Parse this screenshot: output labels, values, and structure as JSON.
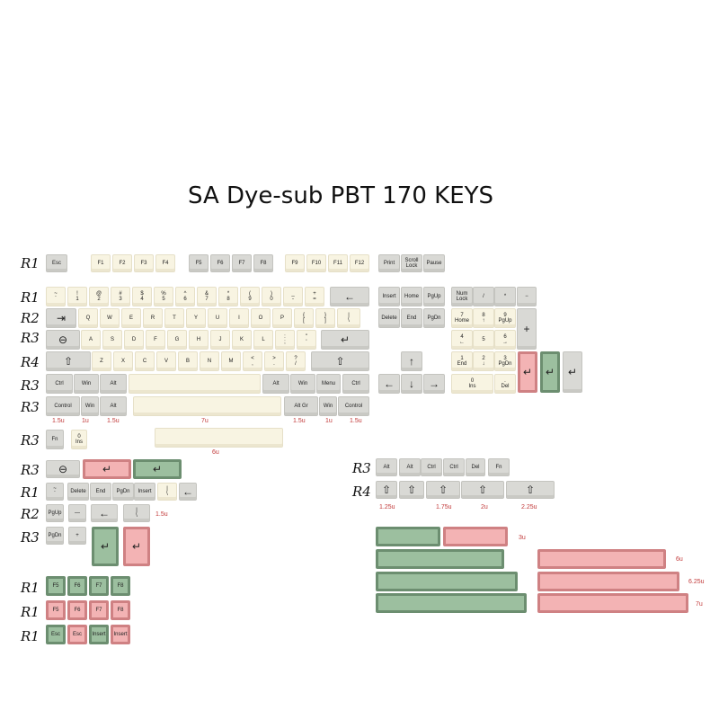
{
  "title": "SA Dye-sub PBT 170 KEYS",
  "colors": {
    "background": "#ffffff",
    "alpha_keys": "#f8f4e2",
    "mod_keys": "#d9d9d5",
    "green_keys": "#9cbf9f",
    "pink_keys": "#f3b3b4",
    "size_text": "#c23a3a"
  },
  "row_labels": [
    "R1",
    "R1",
    "R2",
    "R3",
    "R4",
    "R3",
    "R3",
    "R3",
    "R3",
    "R1",
    "R2",
    "R3",
    "R1",
    "R1",
    "R1",
    "R3",
    "R4"
  ],
  "key_labels": {
    "esc": "Esc",
    "f1": "F1",
    "f2": "F2",
    "f3": "F3",
    "f4": "F4",
    "f5": "F5",
    "f6": "F6",
    "f7": "F7",
    "f8": "F8",
    "f9": "F9",
    "f10": "F10",
    "f11": "F11",
    "f12": "F12",
    "print": "Print",
    "scroll": "Scroll\nLock",
    "pause": "Pause",
    "n_row": [
      "~\n`",
      "!\n1",
      "@\n2",
      "#\n3",
      "$\n4",
      "%\n5",
      "^\n6",
      "&\n7",
      "*\n8",
      "(\n9",
      ")\n0",
      "_\n-",
      "+\n="
    ],
    "backspace": "←",
    "q_row": [
      "Q",
      "W",
      "E",
      "R",
      "T",
      "Y",
      "U",
      "I",
      "O",
      "P",
      "{\n[",
      "}\n]",
      "|\n\\"
    ],
    "a_row": [
      "A",
      "S",
      "D",
      "F",
      "G",
      "H",
      "J",
      "K",
      "L",
      ":\n;",
      "\"\n'"
    ],
    "z_row": [
      "Z",
      "X",
      "C",
      "V",
      "B",
      "N",
      "M",
      "<\n,",
      ">\n.",
      "?\n/"
    ],
    "tab": "⇥",
    "caps": "⊖",
    "enter": "↵",
    "shift": "⇧",
    "ctrl": "Ctrl",
    "win": "Win",
    "alt": "Alt",
    "altgr": "Alt Gr",
    "menu": "Menu",
    "control": "Control",
    "insert": "Insert",
    "home": "Home",
    "pgup": "PgUp",
    "delete": "Delete",
    "end": "End",
    "pgdn": "PgDn",
    "up": "↑",
    "left": "←",
    "down": "↓",
    "right": "→",
    "numlock": "Num\nLock",
    "slash": "/",
    "star": "*",
    "minus": "−",
    "plus": "+",
    "num7": "7\nHome",
    "num8": "8\n↑",
    "num9": "9\nPgUp",
    "num4": "4\n←",
    "num5": "5",
    "num6": "6\n→",
    "num1": "1\nEnd",
    "num2": "2\n↓",
    "num3": "3\nPgDn",
    "num0": "0\nIns",
    "numdot": ".\nDel",
    "fn": "Fn",
    "zero_ins": "0\nIns",
    "del": "Del",
    "dash": "—",
    "tilde": "~\n`"
  },
  "sizes": [
    "1.5u",
    "1u",
    "1.5u",
    "7u",
    "1.5u",
    "1u",
    "1.5u",
    "6u",
    "1.5u",
    "1.25u",
    "1.75u",
    "2u",
    "2.25u",
    "3u",
    "6u",
    "6.25u",
    "7u"
  ]
}
